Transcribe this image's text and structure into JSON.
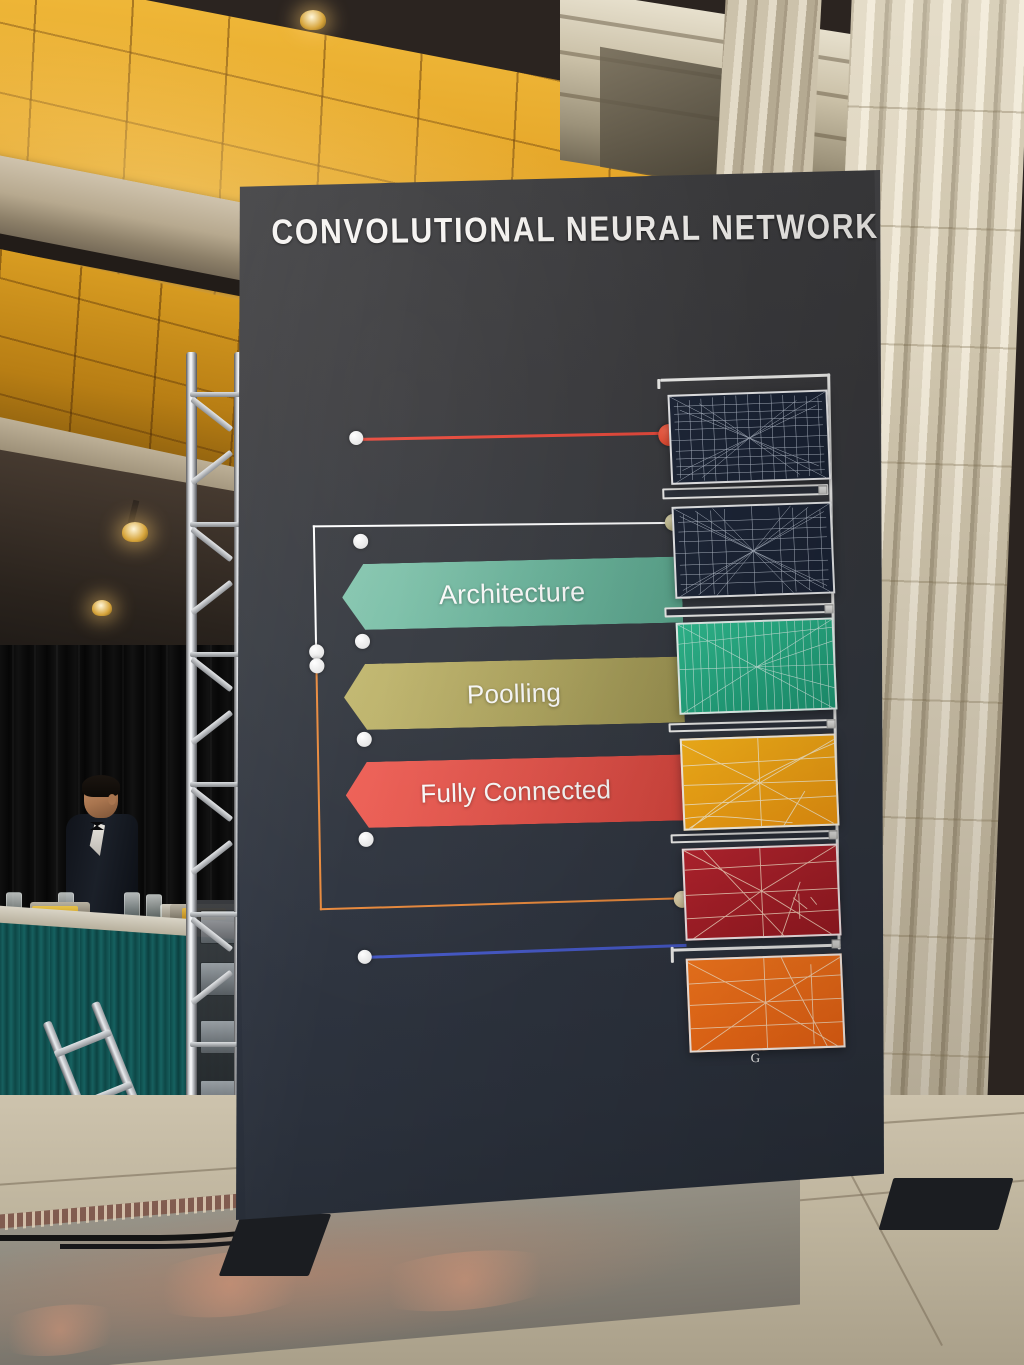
{
  "banner": {
    "title": "CONVOLUTIONAL NEURAL NETWORK",
    "background_color": "#353940",
    "stages": [
      {
        "label": "Architecture",
        "color": "#6bb59c",
        "name": "architecture"
      },
      {
        "label": "Poolling",
        "color": "#b0a65f",
        "name": "poolling"
      },
      {
        "label": "Fully Connected",
        "color": "#e4534a",
        "name": "fully-connected"
      }
    ],
    "panels": [
      {
        "name": "feature-map-1",
        "color": "#1b2436",
        "label": ""
      },
      {
        "name": "feature-map-2",
        "color": "#1c2537",
        "label": ""
      },
      {
        "name": "feature-map-3",
        "color": "#26b189",
        "label": ""
      },
      {
        "name": "feature-map-4",
        "color": "#f9ad1e",
        "label": ""
      },
      {
        "name": "feature-map-5",
        "color": "#b02128",
        "label": ""
      },
      {
        "name": "feature-map-6",
        "color": "#f4701d",
        "label": ""
      }
    ],
    "connectors": [
      {
        "name": "connector-red",
        "color": "#e8483a"
      },
      {
        "name": "connector-white",
        "color": "#ffffff"
      },
      {
        "name": "connector-orange",
        "color": "#e98a3d"
      },
      {
        "name": "connector-blue",
        "color": "#4659c8"
      }
    ],
    "corner_mark": "G"
  },
  "scene": {
    "ceiling_color": "#e5a629",
    "column_color": "#ddd4bf",
    "curtain_color": "#0a0a0a",
    "table_skirt_color": "#0d4a49",
    "floor_color": "#c3b9a3",
    "truss_color": "#d7d9dc"
  }
}
